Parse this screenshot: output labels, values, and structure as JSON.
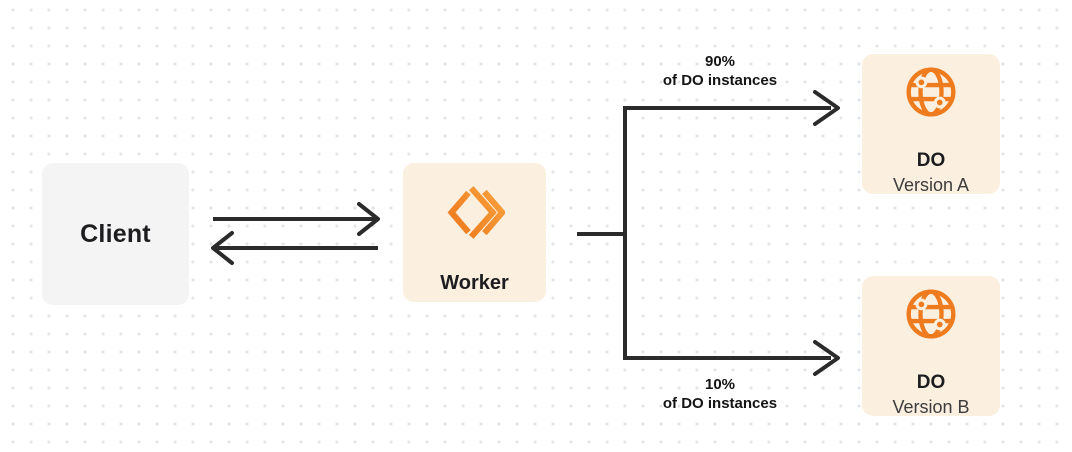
{
  "nodes": {
    "client": {
      "label": "Client"
    },
    "worker": {
      "label": "Worker"
    },
    "do_version_a": {
      "title": "DO",
      "subtitle": "Version A"
    },
    "do_version_b": {
      "title": "DO",
      "subtitle": "Version B"
    }
  },
  "branches": {
    "top": {
      "percent": "90%",
      "caption": "of DO instances"
    },
    "bottom": {
      "percent": "10%",
      "caption": "of DO instances"
    }
  },
  "icons": {
    "worker": "cloudflare-workers-icon",
    "durable_object": "globe-icon"
  },
  "colors": {
    "orange": "#F0801F",
    "orange_gradient_start": "#ED7318",
    "orange_gradient_end": "#F9A43F",
    "cream_panel": "#FBEFE0",
    "client_panel": "#F4F4F5",
    "connector": "#2B2B2B",
    "text_dark": "#1D1D1F",
    "text_secondary": "#3C3C3C",
    "dot_grid": "#E4E4E6",
    "background": "#FFFFFF"
  }
}
